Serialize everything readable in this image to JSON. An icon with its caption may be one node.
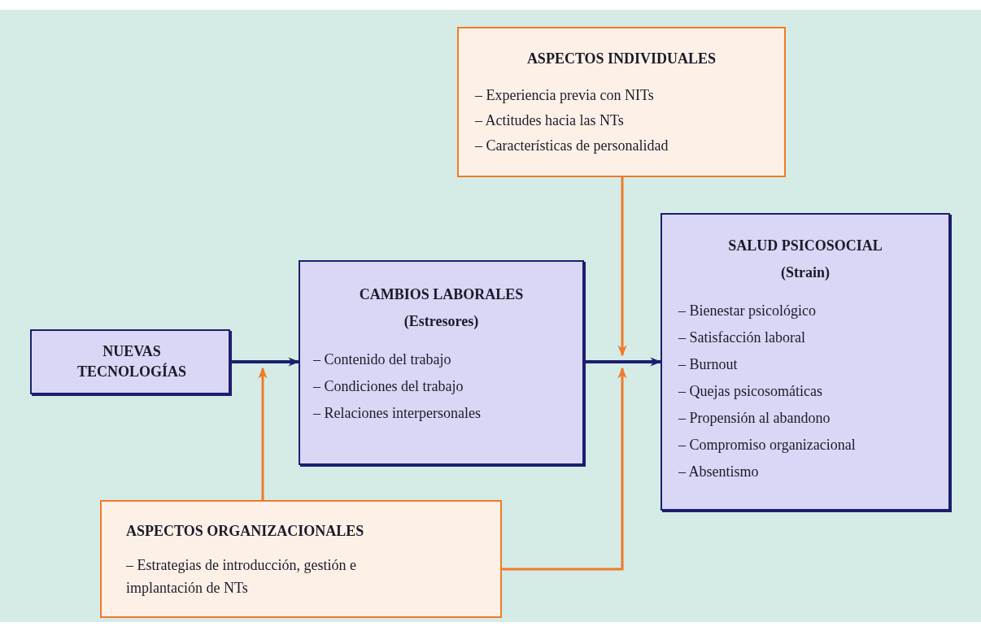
{
  "diagram": {
    "nodes": [
      {
        "text": [
          "ASPECTOS INDIVIDUALES",
          "– Experiencia previa con NITs",
          "– Actitudes hacia las NTs",
          "– Características de personalidad"
        ]
      },
      {
        "text": [
          "NUEVAS TECNOLOGÍAS"
        ]
      },
      {
        "text": [
          "CAMBIOS LABORALES",
          "(Estresores)",
          "– Contenido del trabajo",
          "– Condiciones del trabajo",
          "– Relaciones interpersonales"
        ]
      },
      {
        "text": [
          "SALUD PSICOSOCIAL",
          "(Strain)",
          "– Bienestar psicológico",
          "– Satisfacción laboral",
          "– Burnout",
          "– Quejas psicosomáticas",
          "– Propensión al abandono",
          "– Compromiso organizacional",
          "– Absentismo"
        ]
      },
      {
        "text": [
          "ASPECTOS ORGANIZACIONALES",
          "– Estrategias de introducción, gestión e implantación de NTs"
        ]
      }
    ],
    "edges": [
      {
        "from": 1,
        "to": 2,
        "arrow": "to",
        "color": "#1c1f6e"
      },
      {
        "from": 2,
        "to": 3,
        "arrow": "to",
        "color": "#1c1f6e"
      },
      {
        "from": 0,
        "to": null,
        "arrow": "to"
      },
      {
        "from": 4,
        "to": null,
        "arrow": "to"
      },
      {
        "from": 4,
        "to": null,
        "arrow": "to"
      }
    ]
  }
}
